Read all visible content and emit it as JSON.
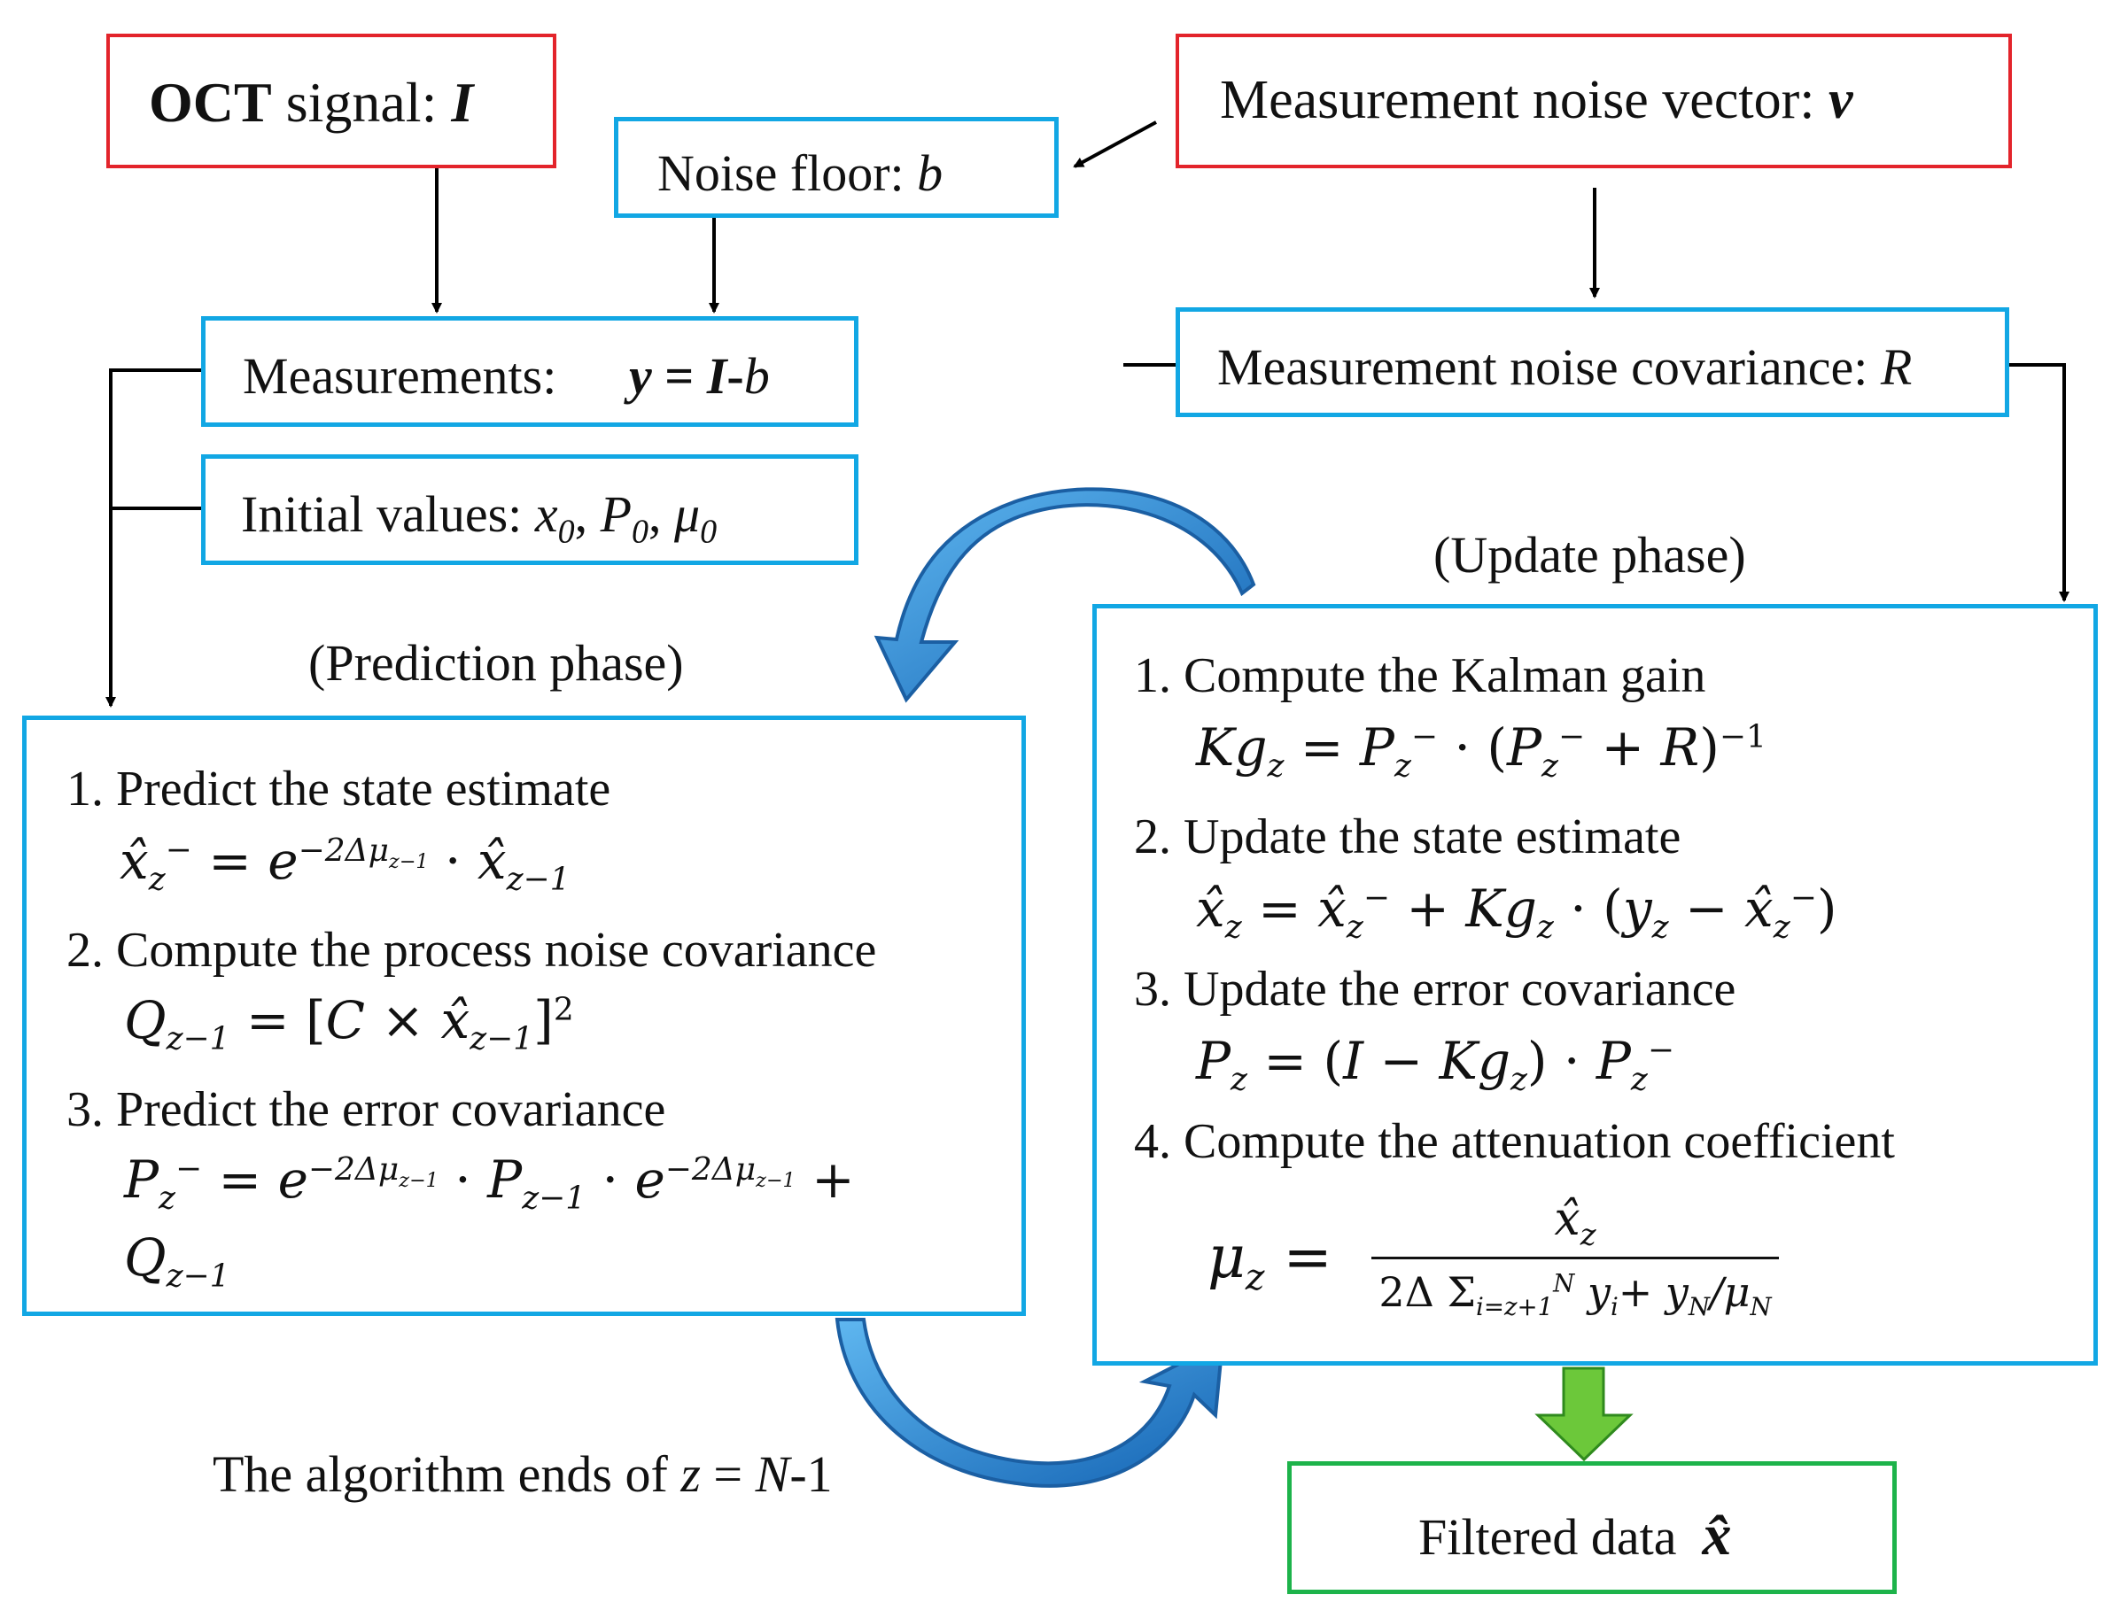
{
  "nodes": {
    "oct": {
      "bold": "OCT",
      "text": " signal: ",
      "sym": "I"
    },
    "noise_floor": {
      "text": "Noise floor: ",
      "sym": "b"
    },
    "noise_vector": {
      "text": "Measurement noise vector: ",
      "sym": "v"
    },
    "measurements": {
      "text": "Measurements:",
      "eq_y": "y",
      "eq_eq": " = ",
      "eq_I": "I",
      "eq_rest": "-",
      "eq_b": "b"
    },
    "noise_cov": {
      "text": "Measurement noise covariance: ",
      "sym": "R"
    },
    "initial": {
      "text": "Initial values: ",
      "x0": "x",
      "p0": "P",
      "mu0": "μ",
      "sub0": "0",
      "sep": ", "
    },
    "filtered": {
      "text": "Filtered data",
      "sym": "x̂"
    }
  },
  "prediction": {
    "caption": "(Prediction  phase)",
    "step1": "1. Predict the state estimate",
    "step2": "2. Compute the process noise covariance",
    "step3": "3. Predict the error covariance"
  },
  "update": {
    "caption": "(Update  phase)",
    "step1": "1. Compute the Kalman gain",
    "step2": "2. Update the state estimate",
    "step3": "3. Update the error covariance",
    "step4": "4. Compute the attenuation coefficient"
  },
  "footer": {
    "text": "The algorithm ends of ",
    "z": "z",
    "eq": " = ",
    "N": "N",
    "rest": "-1"
  },
  "colors": {
    "red_border": "#e3242b",
    "blue_border": "#12a7e4",
    "green_border": "#1db34a",
    "loop_arrow": "#1f7fc9",
    "result_arrow": "#6cc83a"
  }
}
